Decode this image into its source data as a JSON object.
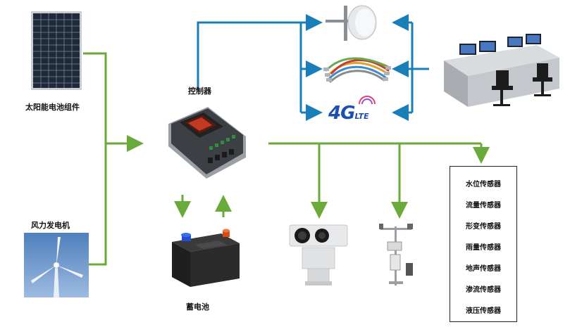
{
  "labels": {
    "solar": "太阳能电池组件",
    "wind": "风力发电机",
    "controller": "控制器",
    "battery": "蓄电池"
  },
  "lte": {
    "big": "4G",
    "small": "LTE"
  },
  "sensors": [
    "水位传感器",
    "流量传感器",
    "形变传感器",
    "雨量传感器",
    "地声传感器",
    "渗流传感器",
    "液压传感器"
  ],
  "colors": {
    "power_line": "#6aaa3a",
    "comm_line": "#1a7fb8",
    "solar_cell": "#1e2a3a",
    "sky": "#6a95c8"
  },
  "icons": [
    "solar-panel-icon",
    "wind-turbine-icon",
    "charge-controller-icon",
    "battery-icon",
    "antenna-icon",
    "cable-bundle-icon",
    "lte-logo-icon",
    "control-desk-icon",
    "ptz-camera-icon",
    "weather-station-icon"
  ]
}
